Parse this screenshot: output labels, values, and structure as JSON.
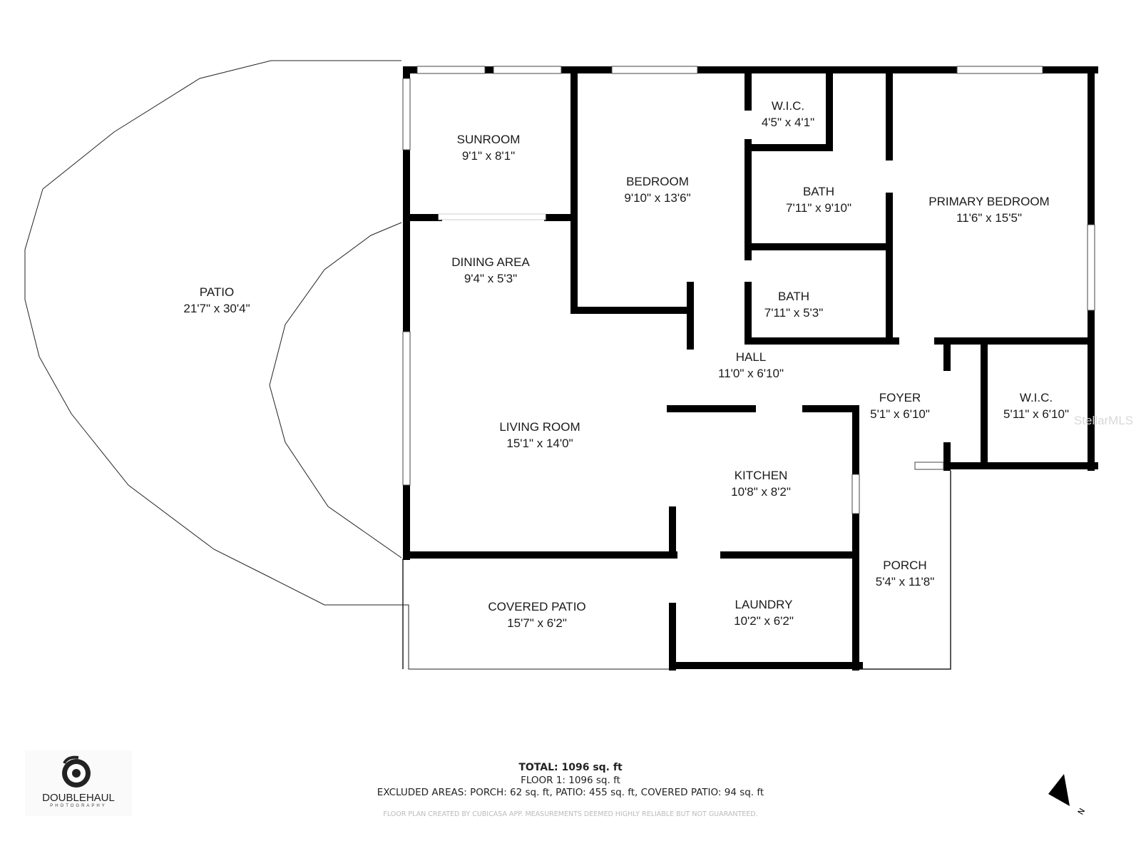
{
  "rooms": [
    {
      "name": "SUNROOM",
      "dims": "9'1\" x 8'1\""
    },
    {
      "name": "BEDROOM",
      "dims": "9'10\" x 13'6\""
    },
    {
      "name": "W.I.C.",
      "dims": "4'5\" x 4'1\""
    },
    {
      "name": "BATH",
      "dims": "7'11\" x 9'10\""
    },
    {
      "name": "PRIMARY BEDROOM",
      "dims": "11'6\" x 15'5\""
    },
    {
      "name": "PATIO",
      "dims": "21'7\" x 30'4\""
    },
    {
      "name": "DINING AREA",
      "dims": "9'4\" x 5'3\""
    },
    {
      "name": "BATH",
      "dims": "7'11\" x 5'3\""
    },
    {
      "name": "HALL",
      "dims": "11'0\" x 6'10\""
    },
    {
      "name": "FOYER",
      "dims": "5'1\" x 6'10\""
    },
    {
      "name": "W.I.C.",
      "dims": "5'11\" x 6'10\""
    },
    {
      "name": "LIVING ROOM",
      "dims": "15'1\" x 14'0\""
    },
    {
      "name": "KITCHEN",
      "dims": "10'8\" x 8'2\""
    },
    {
      "name": "PORCH",
      "dims": "5'4\" x 11'8\""
    },
    {
      "name": "COVERED PATIO",
      "dims": "15'7\" x 6'2\""
    },
    {
      "name": "LAUNDRY",
      "dims": "10'2\" x 6'2\""
    }
  ],
  "summary": {
    "total": "TOTAL: 1096 sq. ft",
    "floor": "FLOOR 1: 1096 sq. ft",
    "excluded": "EXCLUDED AREAS: PORCH: 62 sq. ft, PATIO: 455 sq. ft, COVERED PATIO: 94 sq. ft",
    "disclaimer": "FLOOR PLAN CREATED BY CUBICASA APP. MEASUREMENTS DEEMED HIGHLY RELIABLE BUT NOT GUARANTEED."
  },
  "logo": {
    "title": "DOUBLEHAUL",
    "subtitle": "PHOTOGRAPHY"
  },
  "watermark": "StellarMLS",
  "compass": {
    "label": "N"
  }
}
